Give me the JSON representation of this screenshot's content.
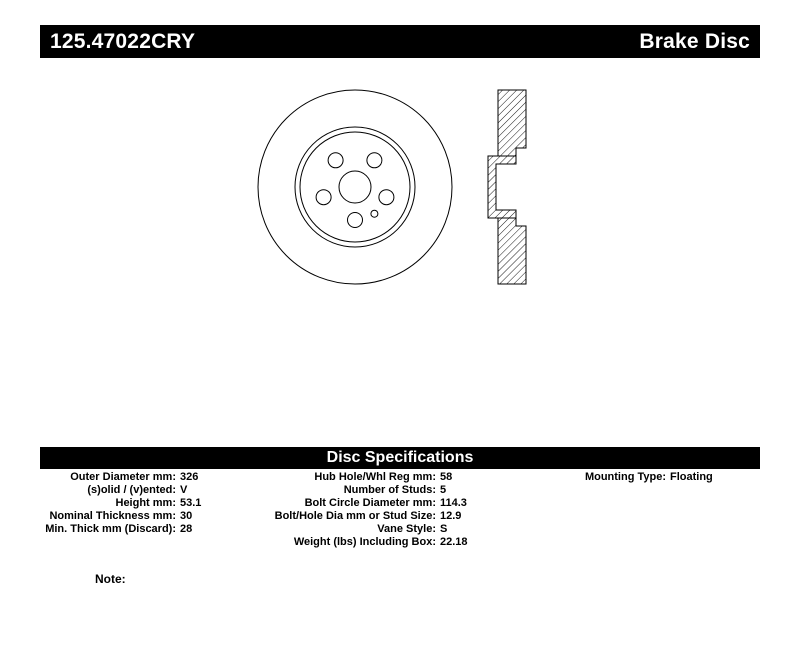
{
  "header": {
    "part_number": "125.47022CRY",
    "product_name": "Brake Disc"
  },
  "specs": {
    "title": "Disc Specifications",
    "left": [
      {
        "label": "Outer Diameter mm:",
        "value": "326"
      },
      {
        "label": "(s)olid / (v)ented:",
        "value": "V"
      },
      {
        "label": "Height mm:",
        "value": "53.1"
      },
      {
        "label": "Nominal Thickness mm:",
        "value": "30"
      },
      {
        "label": "Min. Thick mm (Discard):",
        "value": "28"
      }
    ],
    "middle": [
      {
        "label": "Hub Hole/Whl Reg mm:",
        "value": "58"
      },
      {
        "label": "Number of Studs:",
        "value": "5"
      },
      {
        "label": "Bolt Circle Diameter mm:",
        "value": "114.3"
      },
      {
        "label": "Bolt/Hole Dia mm or Stud Size:",
        "value": "12.9"
      },
      {
        "label": "Vane Style:",
        "value": "S"
      },
      {
        "label": "Weight (lbs) Including Box:",
        "value": "22.18"
      }
    ],
    "right": [
      {
        "label": "Mounting Type:",
        "value": "Floating"
      }
    ]
  },
  "note_label": "Note:",
  "colors": {
    "bar_background": "#000000",
    "bar_text": "#ffffff",
    "line": "#000000"
  }
}
